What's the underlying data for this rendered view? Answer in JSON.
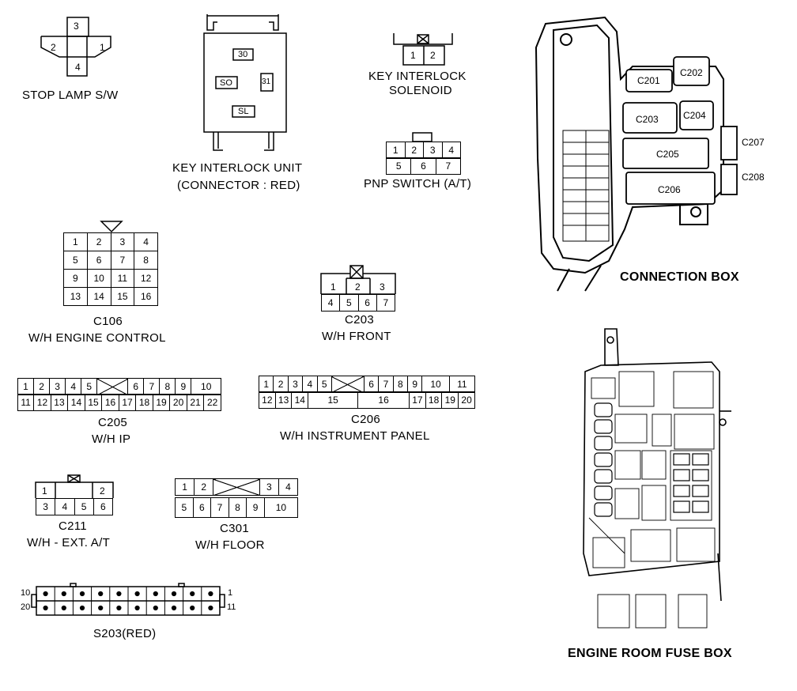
{
  "stop_lamp": {
    "label": "STOP LAMP S/W",
    "pins": [
      "3",
      "2",
      "1",
      "4"
    ]
  },
  "key_interlock_unit": {
    "label1": "KEY INTERLOCK UNIT",
    "label2": "(CONNECTOR : RED)",
    "pins": [
      "30",
      "SO",
      "31",
      "SL"
    ]
  },
  "key_interlock_solenoid": {
    "label1": "KEY INTERLOCK",
    "label2": "SOLENOID",
    "pins": [
      "1",
      "2"
    ]
  },
  "pnp_switch": {
    "label": "PNP SWITCH (A/T)",
    "row1": [
      "1",
      "2",
      "3",
      "4"
    ],
    "row2": [
      "5",
      "6",
      "7"
    ]
  },
  "connection_box": {
    "label": "CONNECTION BOX",
    "connectors": [
      "C201",
      "C202",
      "C203",
      "C204",
      "C205",
      "C206",
      "C207",
      "C208"
    ]
  },
  "c106": {
    "id": "C106",
    "name": "W/H ENGINE CONTROL",
    "rows": [
      [
        "1",
        "2",
        "3",
        "4"
      ],
      [
        "5",
        "6",
        "7",
        "8"
      ],
      [
        "9",
        "10",
        "11",
        "12"
      ],
      [
        "13",
        "14",
        "15",
        "16"
      ]
    ]
  },
  "c203": {
    "id": "C203",
    "name": "W/H FRONT",
    "row1": [
      "1",
      "2",
      "3"
    ],
    "row2": [
      "4",
      "5",
      "6",
      "7"
    ]
  },
  "c205": {
    "id": "C205",
    "name": "W/H IP",
    "row1": [
      "1",
      "2",
      "3",
      "4",
      "5",
      "",
      "6",
      "7",
      "8",
      "9",
      "10"
    ],
    "row2": [
      "11",
      "12",
      "13",
      "14",
      "15",
      "16",
      "17",
      "18",
      "19",
      "20",
      "21",
      "22"
    ]
  },
  "c206": {
    "id": "C206",
    "name": "W/H INSTRUMENT PANEL",
    "row1": [
      "1",
      "2",
      "3",
      "4",
      "5",
      "",
      "6",
      "7",
      "8",
      "9",
      "10",
      "11"
    ],
    "row2": [
      "12",
      "13",
      "14",
      "15",
      "16",
      "17",
      "18",
      "19",
      "20"
    ]
  },
  "c211": {
    "id": "C211",
    "name": "W/H - EXT. A/T",
    "row1": [
      "1",
      "2"
    ],
    "row2": [
      "3",
      "4",
      "5",
      "6"
    ]
  },
  "c301": {
    "id": "C301",
    "name": "W/H FLOOR",
    "row1": [
      "1",
      "2",
      "",
      "3",
      "4"
    ],
    "row2": [
      "5",
      "6",
      "7",
      "8",
      "9",
      "10"
    ]
  },
  "s203": {
    "label": "S203(RED)",
    "left_top": "10",
    "left_bottom": "20",
    "right_top": "1",
    "right_bottom": "11"
  },
  "engine_room_fuse_box": {
    "label": "ENGINE ROOM FUSE BOX"
  }
}
